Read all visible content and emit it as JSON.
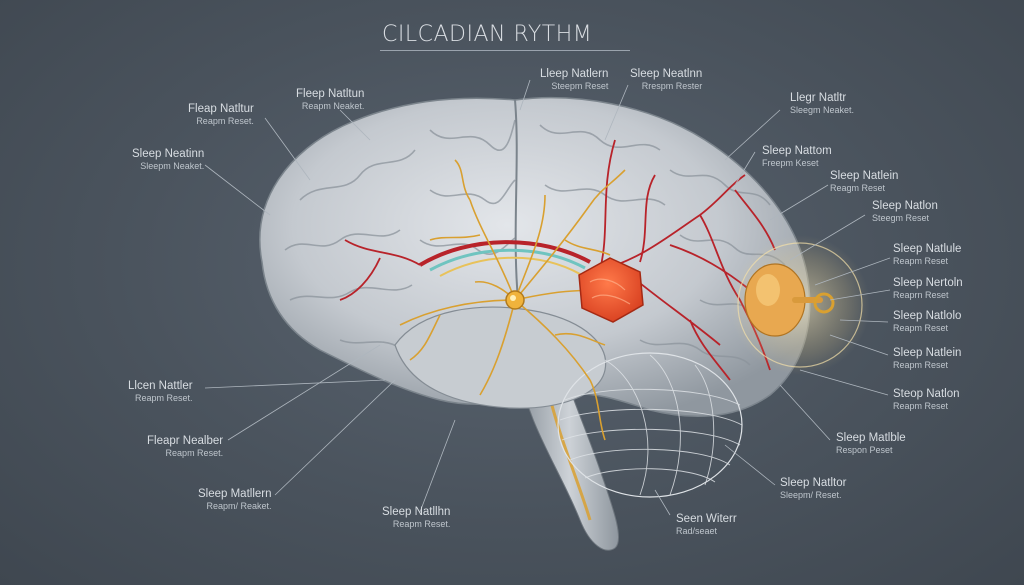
{
  "title": "CILCADIAN RYTHM",
  "labels": [
    {
      "id": "l1",
      "main": "Fleap Natltur",
      "sub": "Reapm Reset."
    },
    {
      "id": "l2",
      "main": "Fleep Natltun",
      "sub": "Reapm Neaket."
    },
    {
      "id": "l3",
      "main": "Sleep Neatinn",
      "sub": "Sleepm Neaket."
    },
    {
      "id": "l4",
      "main": "Lleep Natlern",
      "sub": "Steepm Reset"
    },
    {
      "id": "l5",
      "main": "Sleep Neatlnn",
      "sub": "Rrespm Rester"
    },
    {
      "id": "l6",
      "main": "Llegr Natltr",
      "sub": "Sleegm Neaket."
    },
    {
      "id": "l7",
      "main": "Sleep Nattom",
      "sub": "Freepm Keset"
    },
    {
      "id": "l8",
      "main": "Sleep Natlein",
      "sub": "Reagm Reset"
    },
    {
      "id": "l9",
      "main": "Sleep Natlon",
      "sub": "Steegm Reset"
    },
    {
      "id": "l10",
      "main": "Sleep Natlule",
      "sub": "Reapm Reset"
    },
    {
      "id": "l11",
      "main": "Sleep Nertoln",
      "sub": "Reaprn Reset"
    },
    {
      "id": "l12",
      "main": "Sleep Natlolo",
      "sub": "Reapm Reset"
    },
    {
      "id": "l13",
      "main": "Sleep Natlein",
      "sub": "Reapm Reset"
    },
    {
      "id": "l14",
      "main": "Steop Natlon",
      "sub": "Reapm Reset"
    },
    {
      "id": "l15",
      "main": "Sleep Matlble",
      "sub": "Respon Peset"
    },
    {
      "id": "l16",
      "main": "Sleep Natltor",
      "sub": "Sleepm/ Reset."
    },
    {
      "id": "l17",
      "main": "Seen Witerr",
      "sub": "Rad/seaet"
    },
    {
      "id": "l18",
      "main": "Sleep Natllhn",
      "sub": "Reapm Reset."
    },
    {
      "id": "l19",
      "main": "Sleep Matllern",
      "sub": "Reapm/ Reaket."
    },
    {
      "id": "l20",
      "main": "Fleapr Nealber",
      "sub": "Reapm Reset."
    },
    {
      "id": "l21",
      "main": "Llcen Nattler",
      "sub": "Reapm Reset."
    }
  ],
  "colors": {
    "background": "#4a535d",
    "brain": "#c9cdd2",
    "vessel": "#b8232a",
    "neuron": "#d9a030",
    "hexagon": "#e4502e",
    "gland": "#e8a850"
  }
}
